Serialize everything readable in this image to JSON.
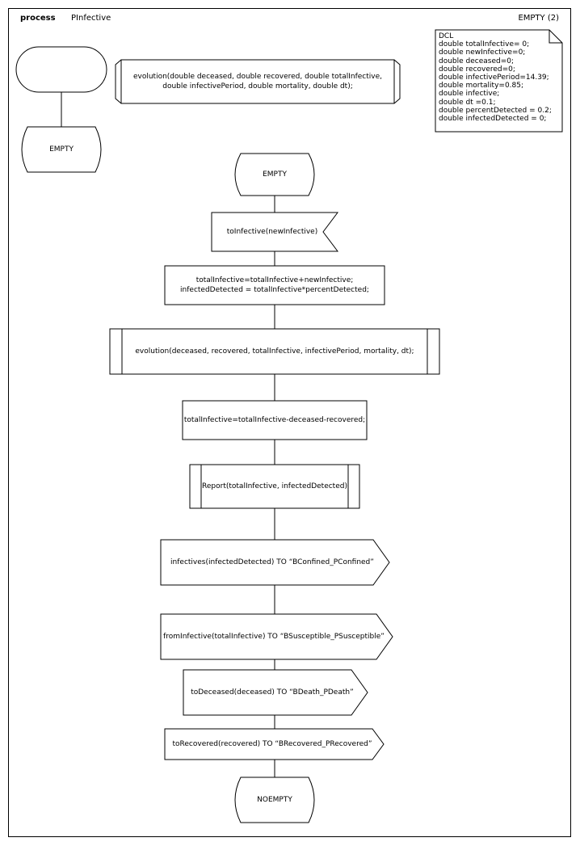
{
  "header": {
    "kind": "process",
    "name": "PInfective",
    "page": "EMPTY (2)"
  },
  "declaration": {
    "lines": [
      "DCL",
      "double totalInfective= 0;",
      "double newInfective=0;",
      "double deceased=0;",
      "double recovered=0;",
      "double infectivePeriod=14.39;",
      "double mortality=0.85;",
      "double infective;",
      "double dt =0.1;",
      "double percentDetected = 0.2;",
      "double infectedDetected = 0;"
    ]
  },
  "procedure": {
    "signature_line1": "evolution(double deceased, double recovered, double totalInfective,",
    "signature_line2": "double infectivePeriod, double mortality, double dt);"
  },
  "left_flow": {
    "state": "EMPTY"
  },
  "main_flow": {
    "state_start": "EMPTY",
    "input_signal": "toInfective(newInfective)",
    "task1_line1": "totalInfective=totalInfective+newInfective;",
    "task1_line2": "infectedDetected = totalInfective*percentDetected;",
    "procedure_call": "evolution(deceased, recovered, totalInfective, infectivePeriod, mortality, dt);",
    "task2": "totalInfective=totalInfective-deceased-recovered;",
    "report_call": "Report(totalInfective, infectedDetected)",
    "output1": "infectives(infectedDetected) TO “BConfined_PConfined”",
    "output2": "fromInfective(totalInfective) TO “BSusceptible_PSusceptible”",
    "output3": "toDeceased(deceased) TO “BDeath_PDeath”",
    "output4": "toRecovered(recovered) TO “BRecovered_PRecovered”",
    "state_end": "NOEMPTY"
  }
}
